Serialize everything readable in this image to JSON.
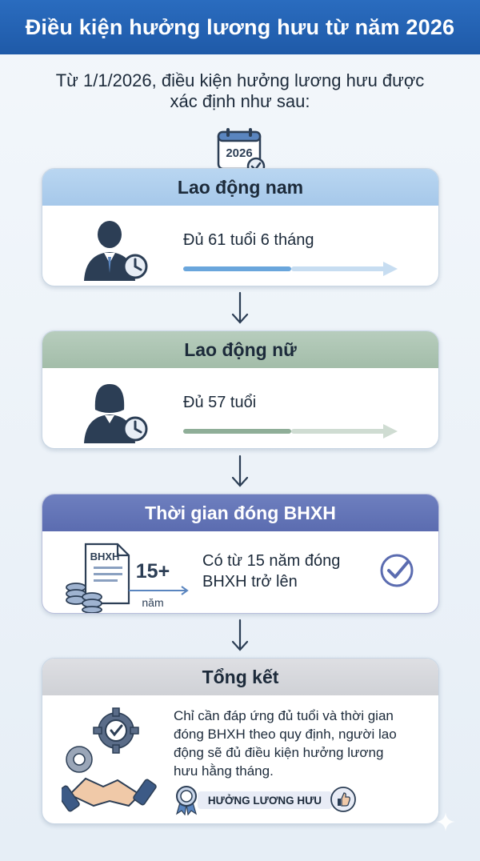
{
  "header": {
    "title": "Điều kiện hưởng lương hưu từ năm 2026"
  },
  "intro": {
    "line1": "Từ 1/1/2026, điều kiện hưởng lương hưu được",
    "line2": "xác định như sau:"
  },
  "calendar": {
    "year": "2026"
  },
  "male": {
    "heading": "Lao động nam",
    "condition": "Đủ 61 tuổi 6 tháng"
  },
  "female": {
    "heading": "Lao động nữ",
    "condition": "Đủ 57 tuổi"
  },
  "insurance": {
    "heading": "Thời gian đóng BHXH",
    "doc_label": "BHXH",
    "years_value": "15+",
    "years_unit": "năm",
    "line1": "Có từ 15 năm đóng",
    "line2": "BHXH trở lên"
  },
  "summary": {
    "heading": "Tổng kết",
    "line1": "Chỉ cần đáp ứng đủ tuổi và thời gian",
    "line2": "đóng BHXH theo quy định, người lao",
    "line3": "động sẽ đủ điều kiện hưởng lương",
    "line4": "hưu hằng tháng.",
    "badge": "HƯỞNG LƯƠNG HƯU"
  },
  "colors": {
    "header": "#1f5aa8",
    "male_accent": "#a6c8ea",
    "female_accent": "#a3bda9",
    "insurance_accent": "#5b6cb0",
    "summary_accent": "#cfd1d6",
    "icon_dark": "#2c3e55"
  }
}
